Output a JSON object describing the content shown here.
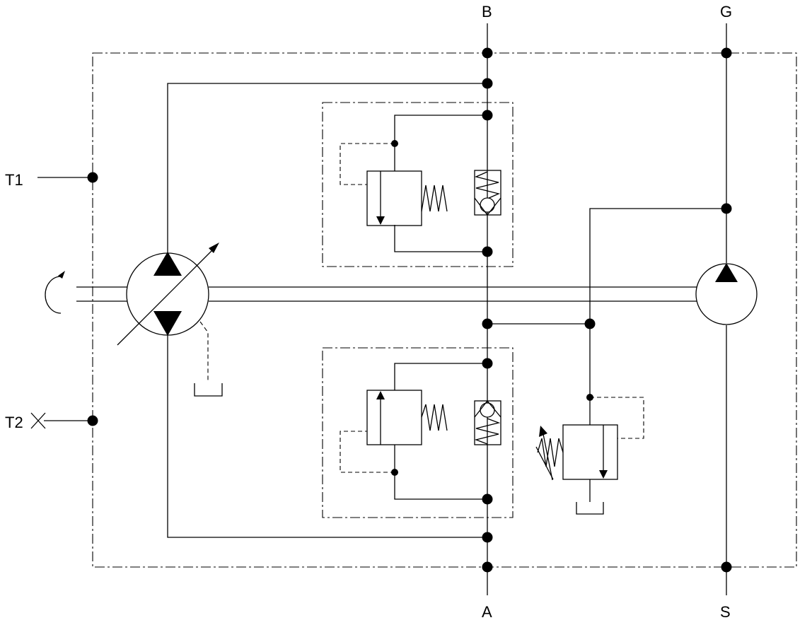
{
  "ports": {
    "b": "B",
    "g": "G",
    "t1": "T1",
    "t2": "T2",
    "a": "A",
    "s": "S"
  }
}
